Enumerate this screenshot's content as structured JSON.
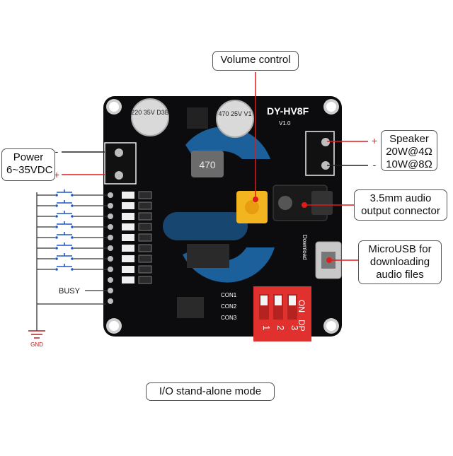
{
  "board": {
    "model": "DY-HV8F",
    "version": "V1.0",
    "inductor": "470",
    "cap_left": "220 35V D3B",
    "cap_right": "470 25V V1",
    "dip_on": "ON",
    "dip_dp": "DP",
    "dip_numbers": [
      "1",
      "2",
      "3"
    ],
    "con_labels": [
      "CON1",
      "CON2",
      "CON3"
    ],
    "download": "Download"
  },
  "labels": {
    "volume": "Volume control",
    "power": [
      "Power",
      "6~35VDC"
    ],
    "speaker": [
      "Speaker",
      "20W@4Ω",
      "10W@8Ω"
    ],
    "audio_out": [
      "3.5mm audio",
      "output connector"
    ],
    "microusb": [
      "MicroUSB for",
      "downloading",
      "audio files"
    ],
    "busy": "BUSY",
    "gnd": "GND",
    "mode": "I/O stand-alone mode",
    "minus": "-",
    "plus": "+"
  },
  "colors": {
    "pcb": "#0c0c0e",
    "wire_red": "#e01b1b",
    "dip_red": "#e0312f",
    "pot_yellow": "#f3b51f",
    "logo_blue": "#1f6fb4"
  },
  "button_count": 8
}
